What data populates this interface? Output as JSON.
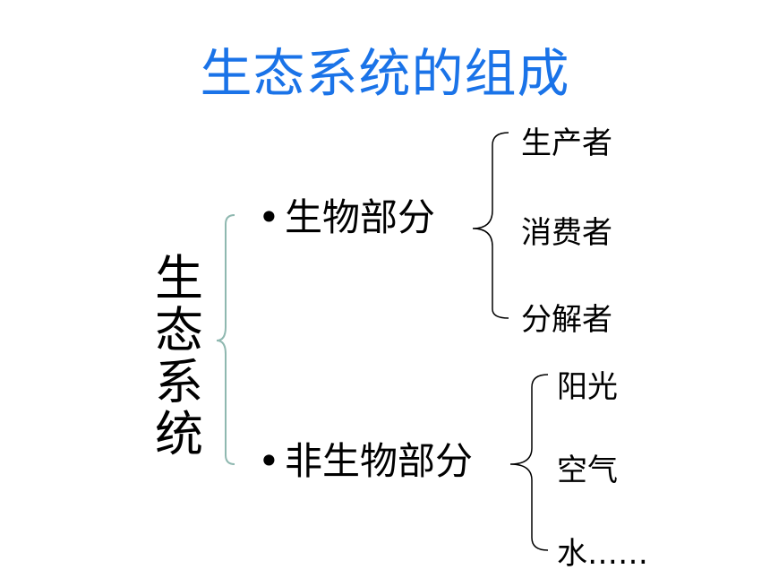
{
  "title": "生态系统的组成",
  "root": "生态系统",
  "bullet": "•",
  "branches": [
    {
      "label": "生物部分",
      "children": [
        "生产者",
        "消费者",
        "分解者"
      ]
    },
    {
      "label": "非生物部分",
      "children": [
        "阳光",
        "空气",
        "水……"
      ]
    }
  ],
  "colors": {
    "title": "#1a73e8",
    "text": "#000000",
    "brace": "#000000",
    "brace_main": "#8fb8b0"
  }
}
